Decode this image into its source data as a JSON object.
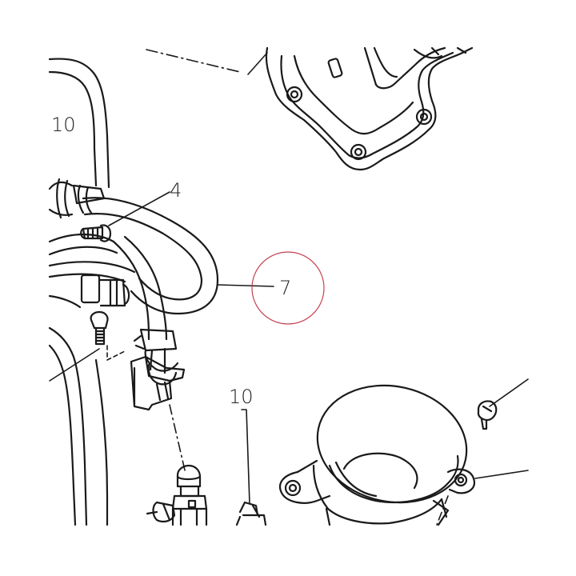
{
  "callouts": {
    "part_10_left": "10",
    "part_4": "4",
    "part_7": "7",
    "part_10_bottom": "10"
  },
  "colors": {
    "line": "#1a1a1a",
    "highlight_circle": "#c2404f",
    "background": "#ffffff"
  }
}
